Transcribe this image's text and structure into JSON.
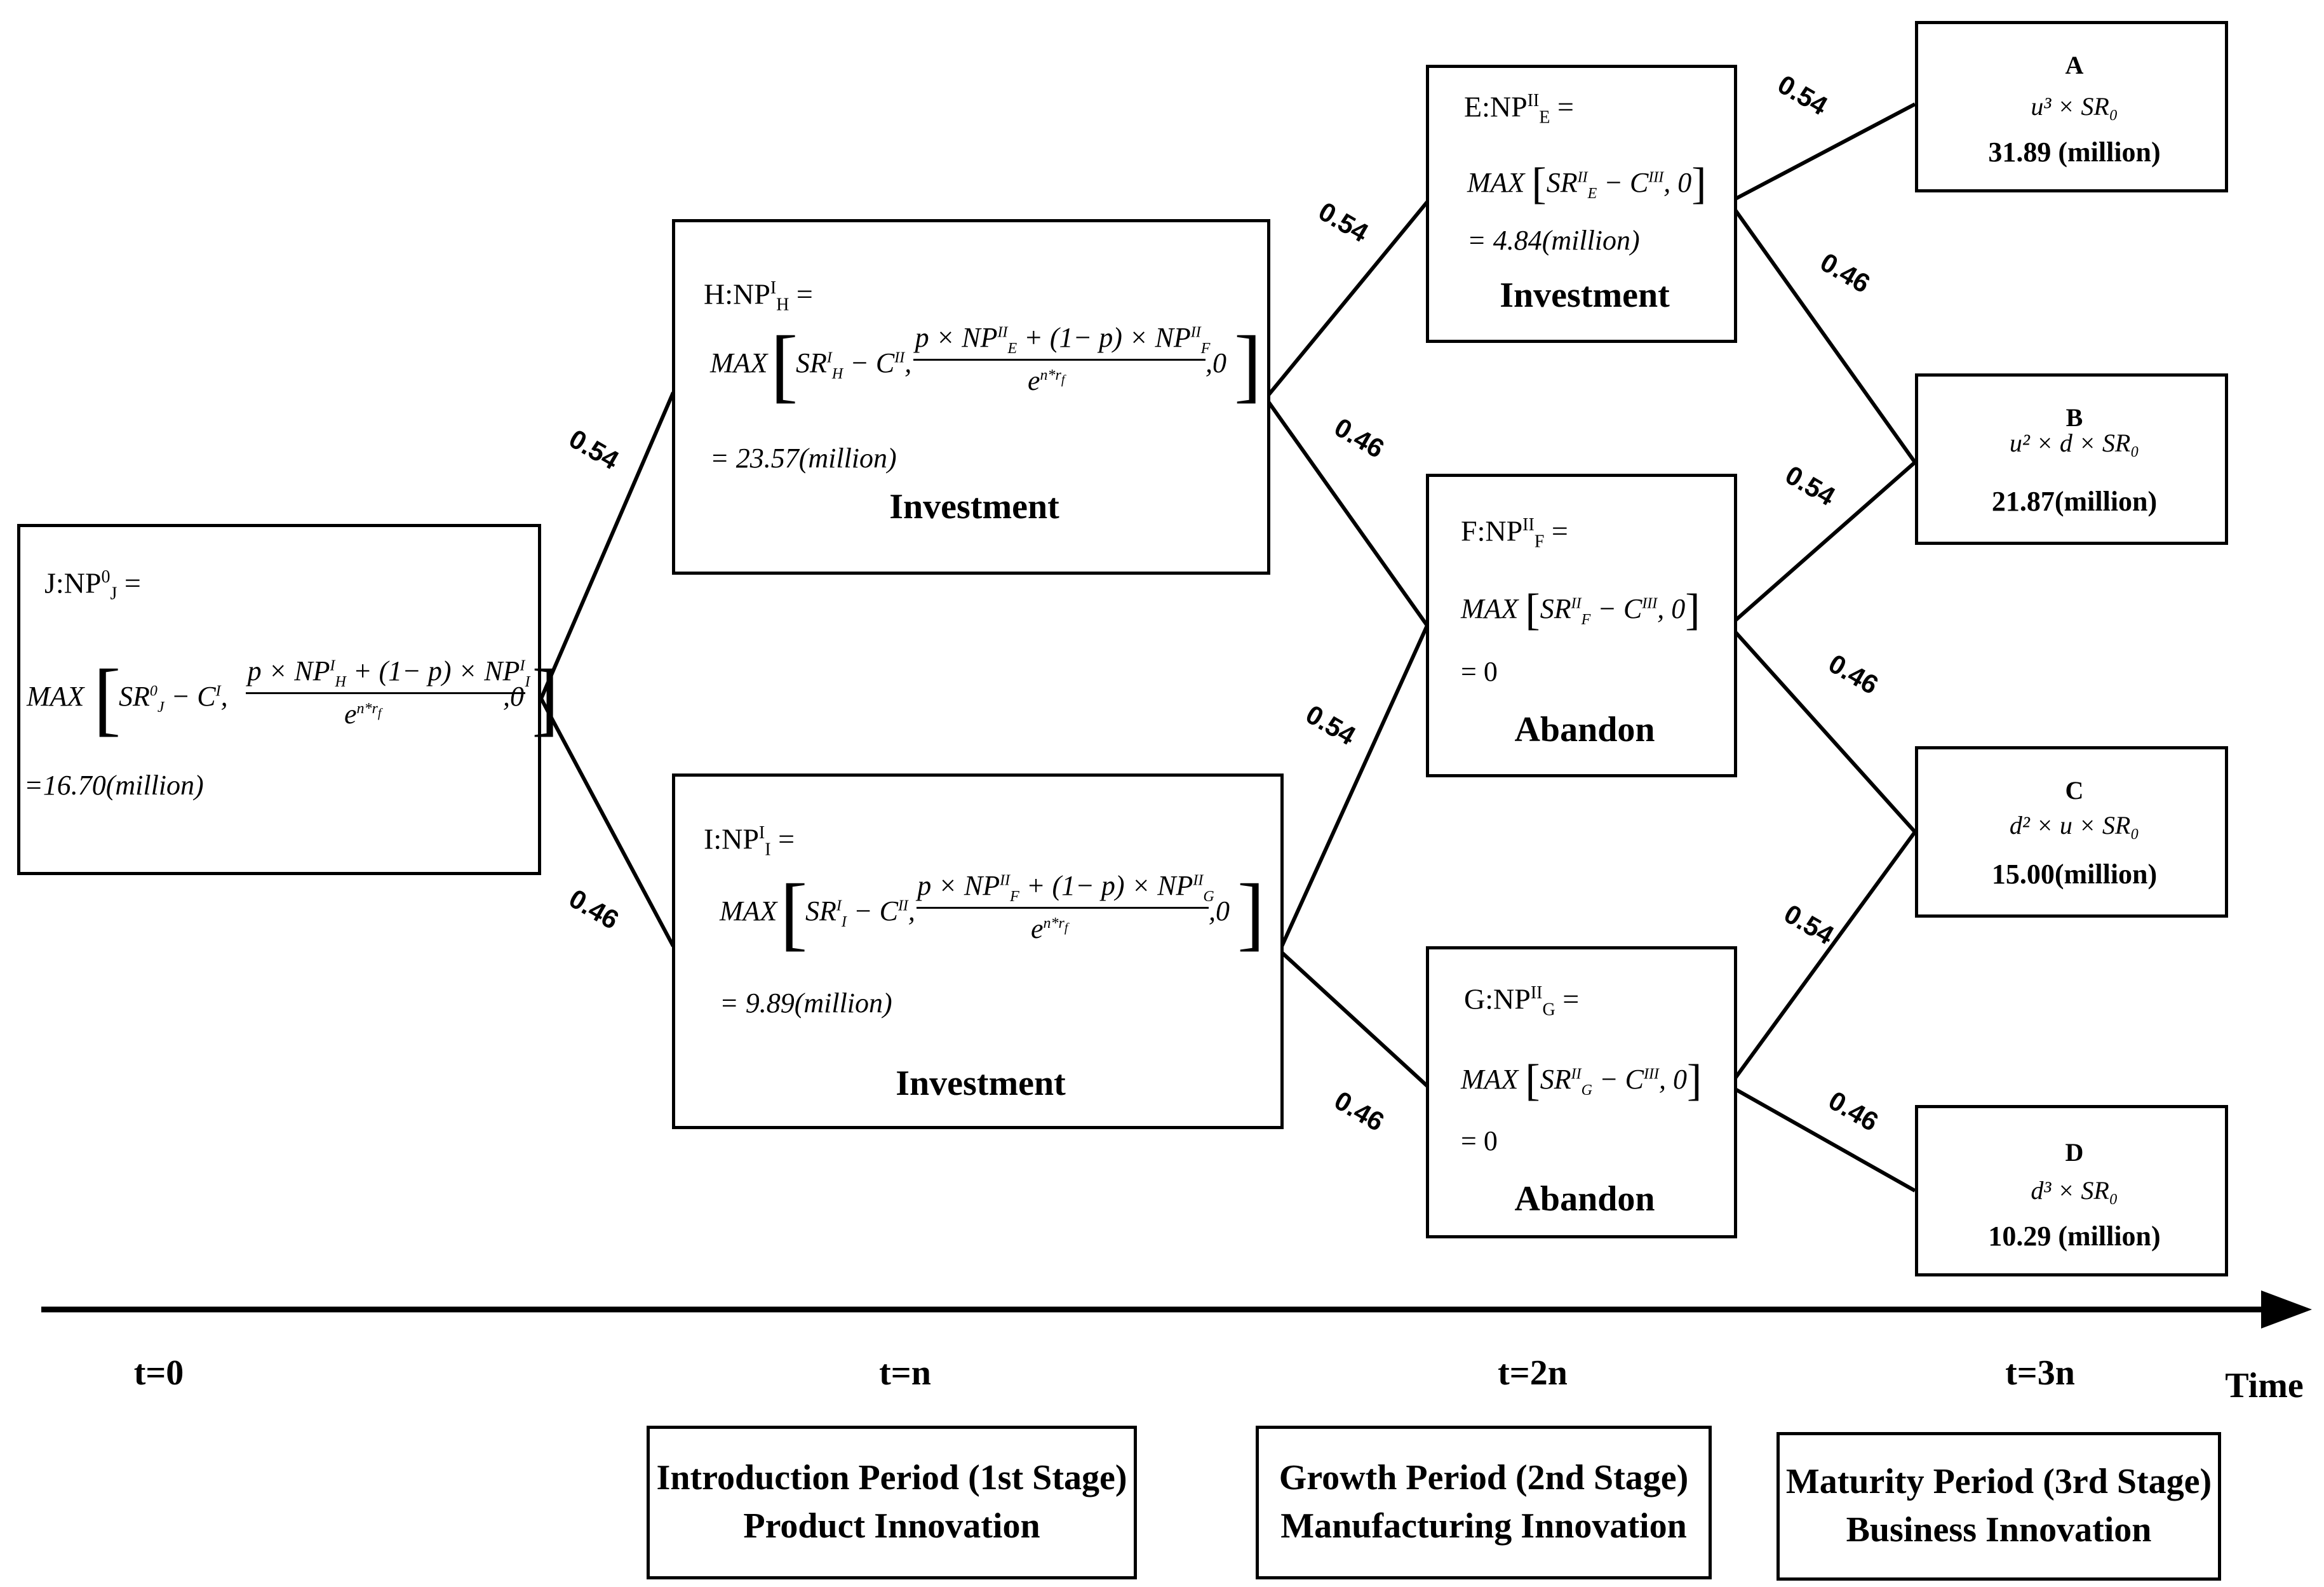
{
  "nodes": {
    "J": {
      "label": "J:NP",
      "sup": "0",
      "sub": "J",
      "eq": "=",
      "max": "MAX",
      "num": "p × NP",
      "den": "e^(n*rf)",
      "value": "=16.70(million)"
    },
    "H": {
      "label": "H:NP",
      "sup": "I",
      "sub": "H",
      "eq": "=",
      "max": "MAX",
      "value": "= 23.57(million)",
      "caption": "Investment"
    },
    "I": {
      "label": "I:NP",
      "sup": "I",
      "sub": "I",
      "eq": "=",
      "max": "MAX",
      "value": "= 9.89(million)",
      "caption": "Investment"
    },
    "E": {
      "label": "E:NP",
      "sup": "II",
      "sub": "E",
      "eq": "=",
      "max": "MAX",
      "value": "= 4.84(million)",
      "caption": "Investment"
    },
    "F": {
      "label": "F:NP",
      "sup": "II",
      "sub": "F",
      "eq": "=",
      "max": "MAX",
      "value": "= 0",
      "caption": "Abandon"
    },
    "G": {
      "label": "G:NP",
      "sup": "II",
      "sub": "G",
      "eq": "=",
      "max": "MAX",
      "value": "= 0",
      "caption": "Abandon"
    },
    "A": {
      "title": "A",
      "formula": "u³ × SR₀",
      "value": "31.89 (million)"
    },
    "B": {
      "title": "B",
      "formula": "u² × d × SR₀",
      "value": "21.87(million)"
    },
    "C": {
      "title": "C",
      "formula": "d² × u × SR₀",
      "value": "15.00(million)"
    },
    "D": {
      "title": "D",
      "formula": "d³ × SR₀",
      "value": "10.29 (million)"
    }
  },
  "probabilities": {
    "up": "0.54",
    "down": "0.46"
  },
  "timeline": {
    "t0": "t=0",
    "t1": "t=n",
    "t2": "t=2n",
    "t3": "t=3n",
    "axis_label": "Time"
  },
  "periods": [
    {
      "line1": "Introduction Period (1st Stage)",
      "line2": "Product Innovation"
    },
    {
      "line1": "Growth Period (2nd Stage)",
      "line2": "Manufacturing Innovation"
    },
    {
      "line1": "Maturity Period (3rd Stage)",
      "line2": "Business Innovation"
    }
  ]
}
